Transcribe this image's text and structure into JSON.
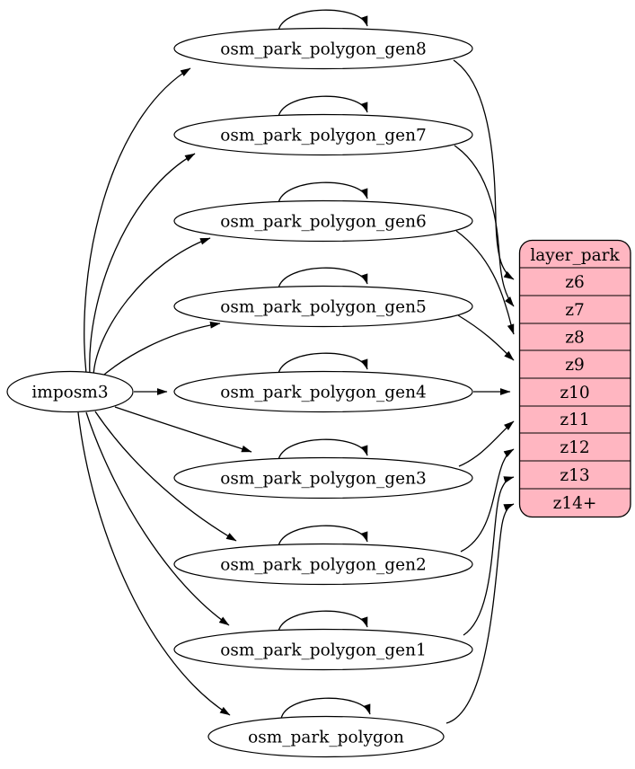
{
  "diagram": {
    "source": {
      "label": "imposm3"
    },
    "tables": [
      {
        "label": "osm_park_polygon_gen8",
        "maps_to": "z6"
      },
      {
        "label": "osm_park_polygon_gen7",
        "maps_to": "z7"
      },
      {
        "label": "osm_park_polygon_gen6",
        "maps_to": "z8"
      },
      {
        "label": "osm_park_polygon_gen5",
        "maps_to": "z9"
      },
      {
        "label": "osm_park_polygon_gen4",
        "maps_to": "z10"
      },
      {
        "label": "osm_park_polygon_gen3",
        "maps_to": "z11"
      },
      {
        "label": "osm_park_polygon_gen2",
        "maps_to": "z12"
      },
      {
        "label": "osm_park_polygon_gen1",
        "maps_to": "z13"
      },
      {
        "label": "osm_park_polygon",
        "maps_to": "z14+"
      }
    ],
    "layer": {
      "title": "layer_park",
      "rows": [
        "z6",
        "z7",
        "z8",
        "z9",
        "z10",
        "z11",
        "z12",
        "z13",
        "z14+"
      ]
    },
    "colors": {
      "layer_fill": "#FFB6C1",
      "table_fill": "#FFFFFF",
      "stroke": "#000000",
      "background": "#FFFFFF"
    }
  }
}
